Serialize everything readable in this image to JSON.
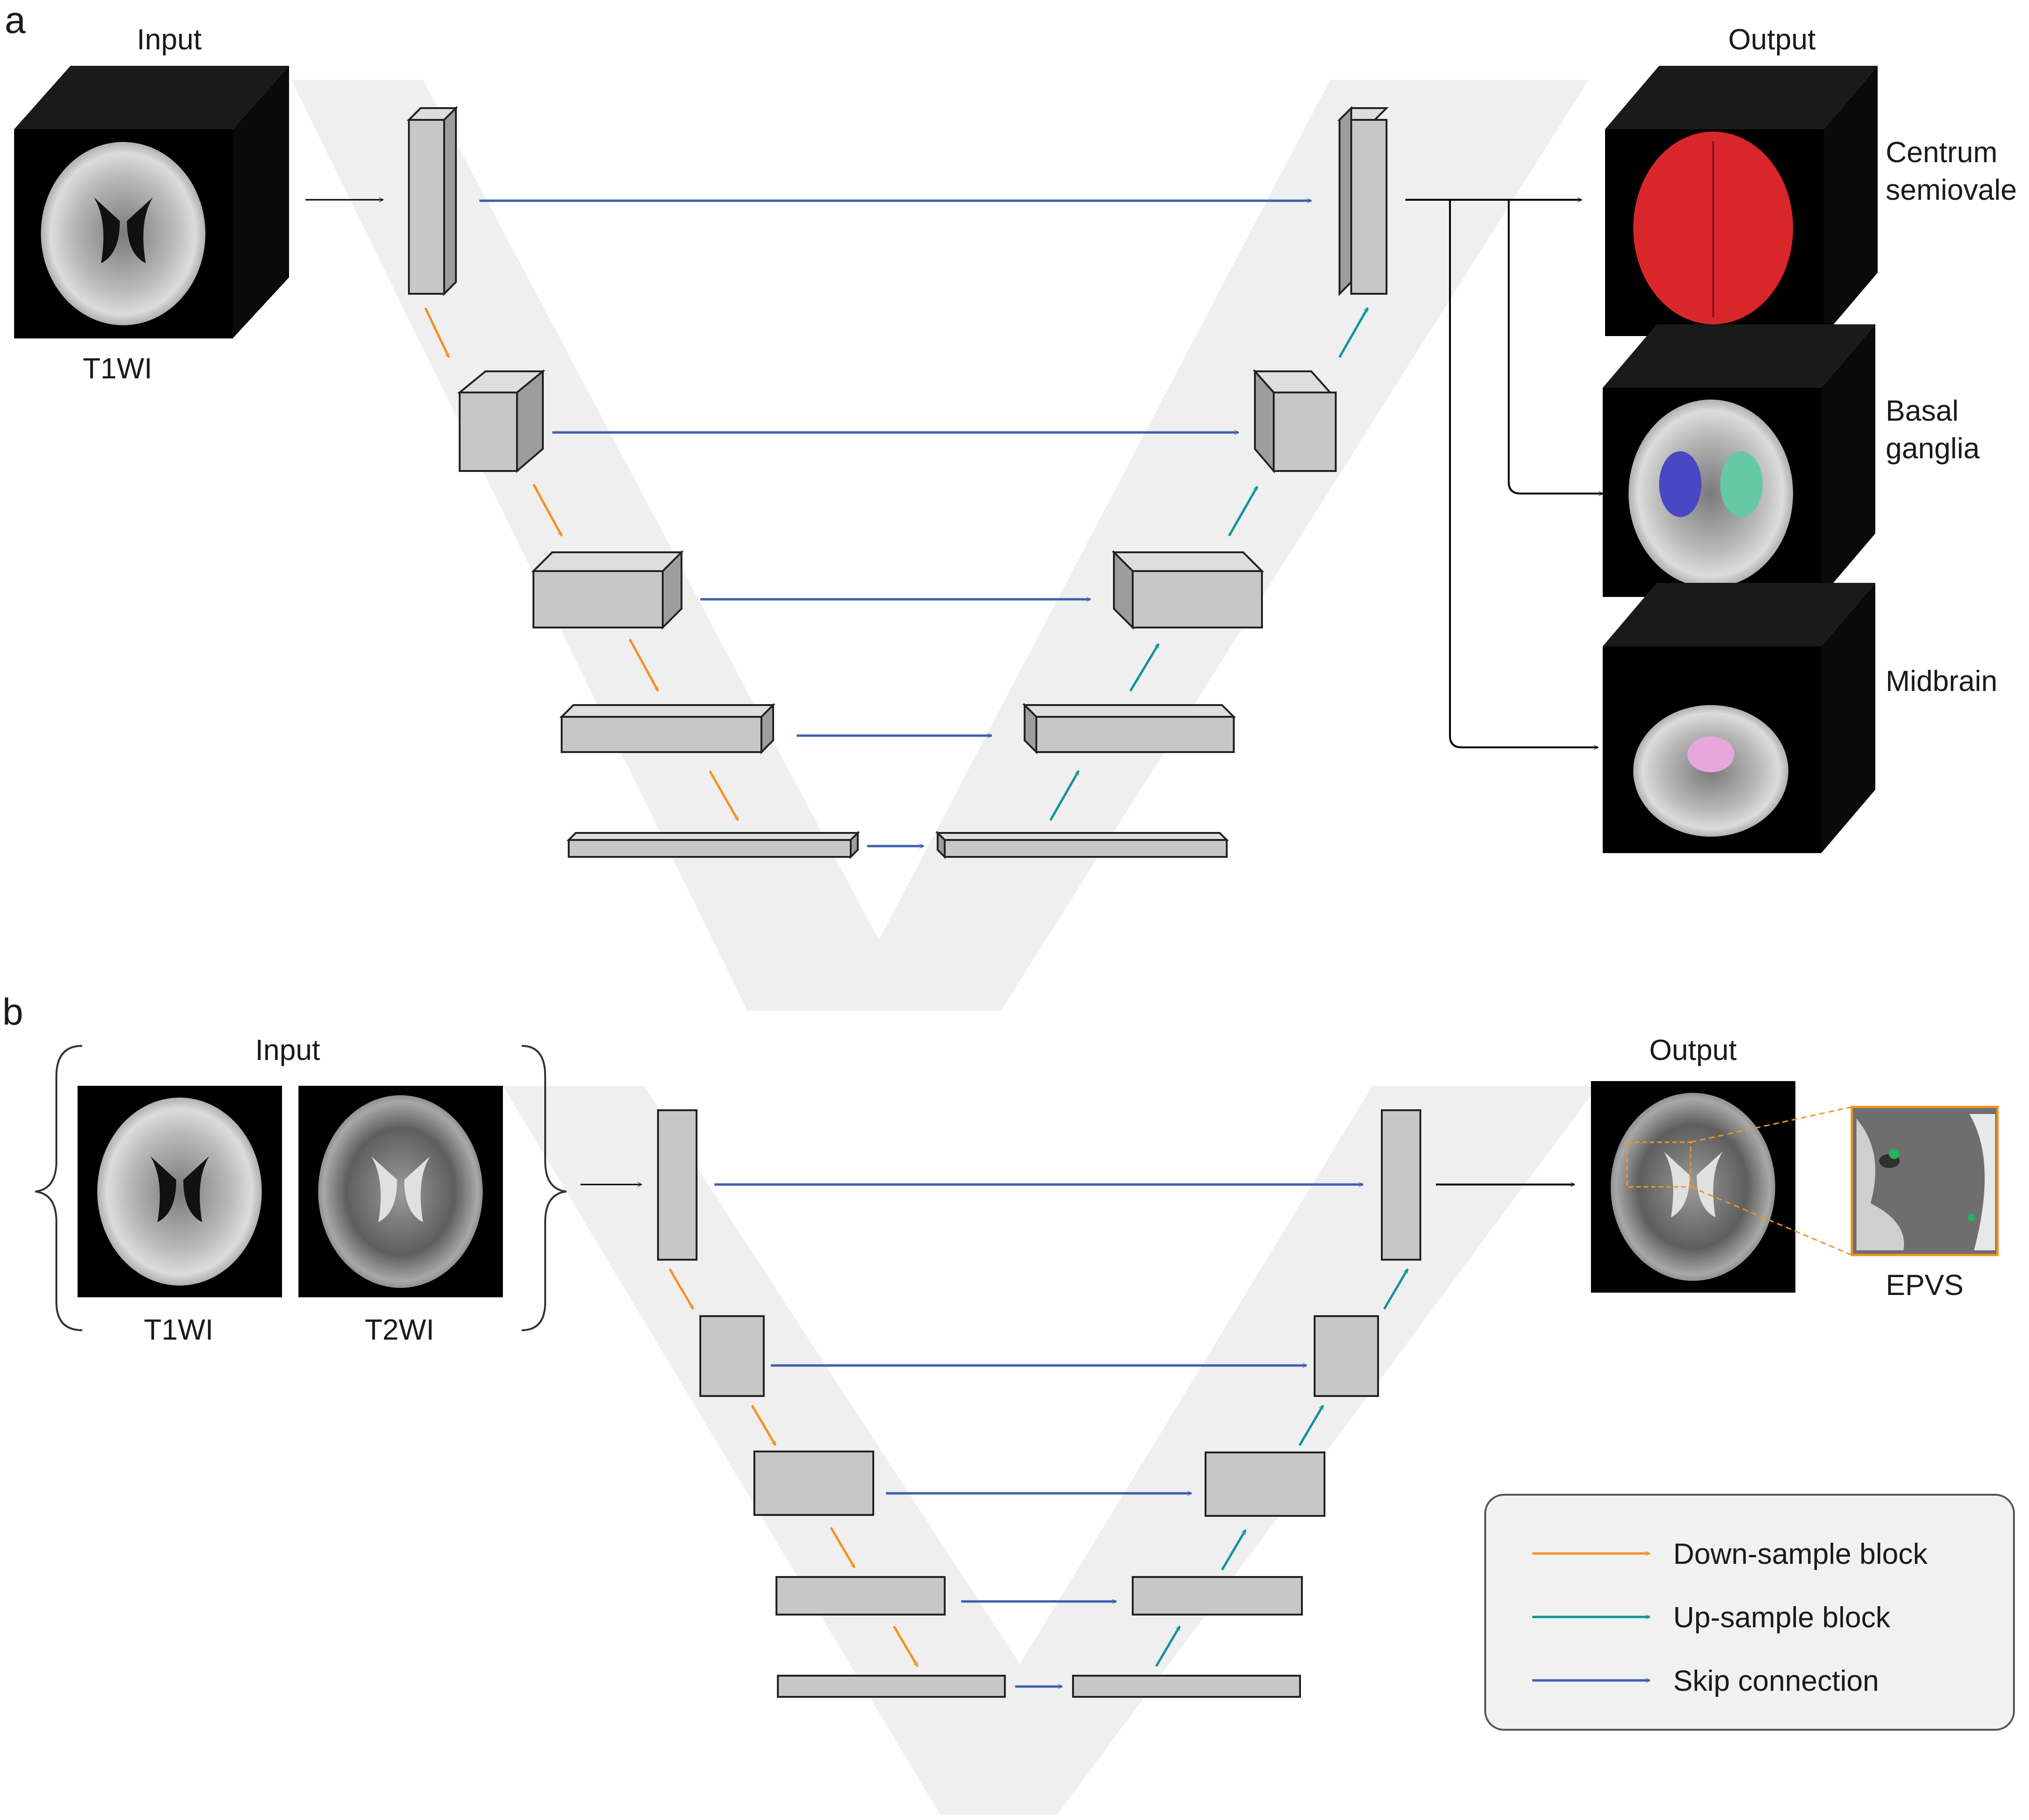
{
  "panel_a": {
    "label": "a",
    "input_title": "Input",
    "input_caption": "T1WI",
    "output_title": "Output",
    "outputs": [
      {
        "line1": "Centrum",
        "line2": "semiovale",
        "highlight": "#d8262b"
      },
      {
        "line1": "Basal",
        "line2": "ganglia",
        "highlight_left": "#4a47c4",
        "highlight_right": "#64c9a4"
      },
      {
        "line1": "Midbrain",
        "line2": "",
        "highlight": "#e6a7dc"
      }
    ]
  },
  "panel_b": {
    "label": "b",
    "input_title": "Input",
    "input_captions": [
      "T1WI",
      "T2WI"
    ],
    "output_title": "Output",
    "zoom_caption": "EPVS",
    "zoom_highlight": "#23b35a"
  },
  "legend": {
    "items": [
      {
        "label": "Down-sample block",
        "color": "#f39323"
      },
      {
        "label": "Up-sample block",
        "color": "#13949a"
      },
      {
        "label": "Skip connection",
        "color": "#3c5fae"
      }
    ]
  },
  "colors": {
    "block_fill": "#c7c7c7",
    "block_top": "#dedede",
    "block_side": "#9d9d9d",
    "v_shape": "#efefef",
    "down_arrow": "#f39323",
    "up_arrow": "#13949a",
    "skip_arrow": "#3c5fae"
  }
}
